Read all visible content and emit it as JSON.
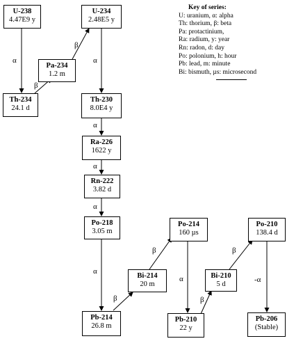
{
  "boxes": {
    "u238": {
      "symbol": "U-238",
      "half_life": "4.47E9 y"
    },
    "u234": {
      "symbol": "U-234",
      "half_life": "2.48E5 y"
    },
    "pa234": {
      "symbol": "Pa-234",
      "half_life": "1.2 m"
    },
    "th234": {
      "symbol": "Th-234",
      "half_life": "24.1 d"
    },
    "th230": {
      "symbol": "Th-230",
      "half_life": "8.0E4 y"
    },
    "ra226": {
      "symbol": "Ra-226",
      "half_life": "1622 y"
    },
    "rn222": {
      "symbol": "Rn-222",
      "half_life": "3.82 d"
    },
    "po218": {
      "symbol": "Po-218",
      "half_life": "3.05 m"
    },
    "po214": {
      "symbol": "Po-214",
      "half_life": "160 µs"
    },
    "bi214": {
      "symbol": "Bi-214",
      "half_life": "20 m"
    },
    "pb214": {
      "symbol": "Pb-214",
      "half_life": "26.8 m"
    },
    "pb210": {
      "symbol": "Pb-210",
      "half_life": "22 y"
    },
    "bi210": {
      "symbol": "Bi-210",
      "half_life": "5 d"
    },
    "po210": {
      "symbol": "Po-210",
      "half_life": "138.4 d"
    },
    "pb206": {
      "symbol": "Pb-206",
      "half_life": "(Stable)"
    }
  },
  "labels": {
    "alpha": "α",
    "beta": "β",
    "alpha_dash": "-α"
  },
  "key": {
    "title": "Key of series:",
    "entries": [
      "U: uranium, α: alpha",
      "Th: thorium, β: beta",
      "Pa: protactinium,",
      "Ra: radium, y: year",
      "Rn: radon, d: day",
      "Po: polonium, h: hour",
      "Pb: lead, m: minute",
      "Bi: bismuth, µs: microsecond"
    ]
  }
}
